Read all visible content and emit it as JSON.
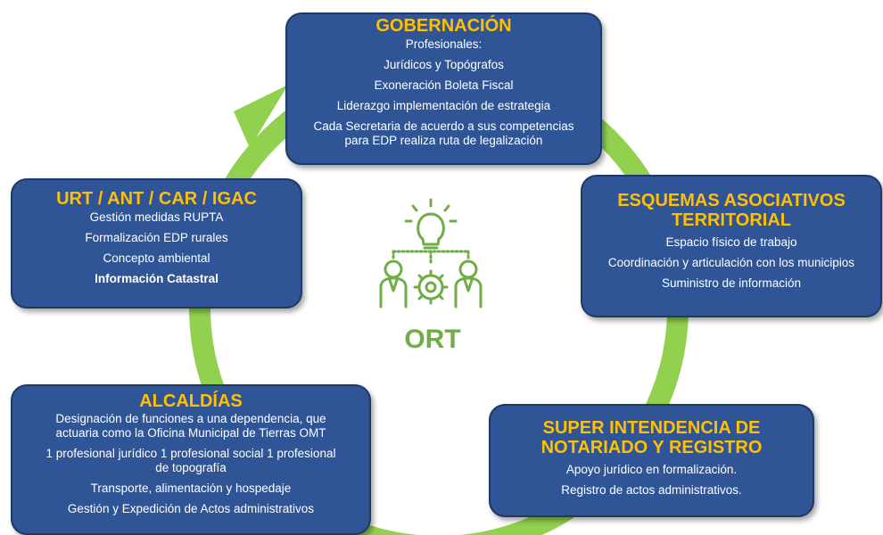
{
  "colors": {
    "ring": "#92d050",
    "box": "#2f5597",
    "title": "#ffc000",
    "icon": "#70ad47"
  },
  "center": {
    "icon": "idea-teamwork-icon",
    "label": "ORT"
  },
  "gobernacion": {
    "title": "GOBERNACIÓN",
    "lines": [
      "Profesionales:",
      "Jurídicos y  Topógrafos",
      "Exoneración Boleta Fiscal",
      "Liderazgo implementación de estrategia",
      "Cada Secretaria de acuerdo a sus competencias",
      "para EDP realiza ruta de legalización"
    ]
  },
  "urt": {
    "title": "URT / ANT / CAR / IGAC",
    "lines": [
      "Gestión medidas RUPTA",
      "Formalización EDP rurales",
      "Concepto ambiental",
      "Información Catastral"
    ]
  },
  "esquemas": {
    "title_1": "ESQUEMAS ASOCIATIVOS",
    "title_2": "TERRITORIAL",
    "lines": [
      "Espacio físico de trabajo",
      "Coordinación y articulación con los municipios",
      "Suministro de información"
    ]
  },
  "alcaldias": {
    "title": "ALCALDÍAS",
    "lines": [
      "Designación de funciones a una dependencia, que",
      "actuaria como la Oficina Municipal de Tierras OMT",
      "1 profesional jurídico 1 profesional social 1 profesional",
      "de topografía",
      "Transporte, alimentación y hospedaje",
      "Gestión y Expedición de Actos administrativos"
    ]
  },
  "superintendencia": {
    "title_1": "SUPER INTENDENCIA DE",
    "title_2": "NOTARIADO Y REGISTRO",
    "lines": [
      "Apoyo jurídico en formalización.",
      "Registro de actos administrativos."
    ]
  }
}
